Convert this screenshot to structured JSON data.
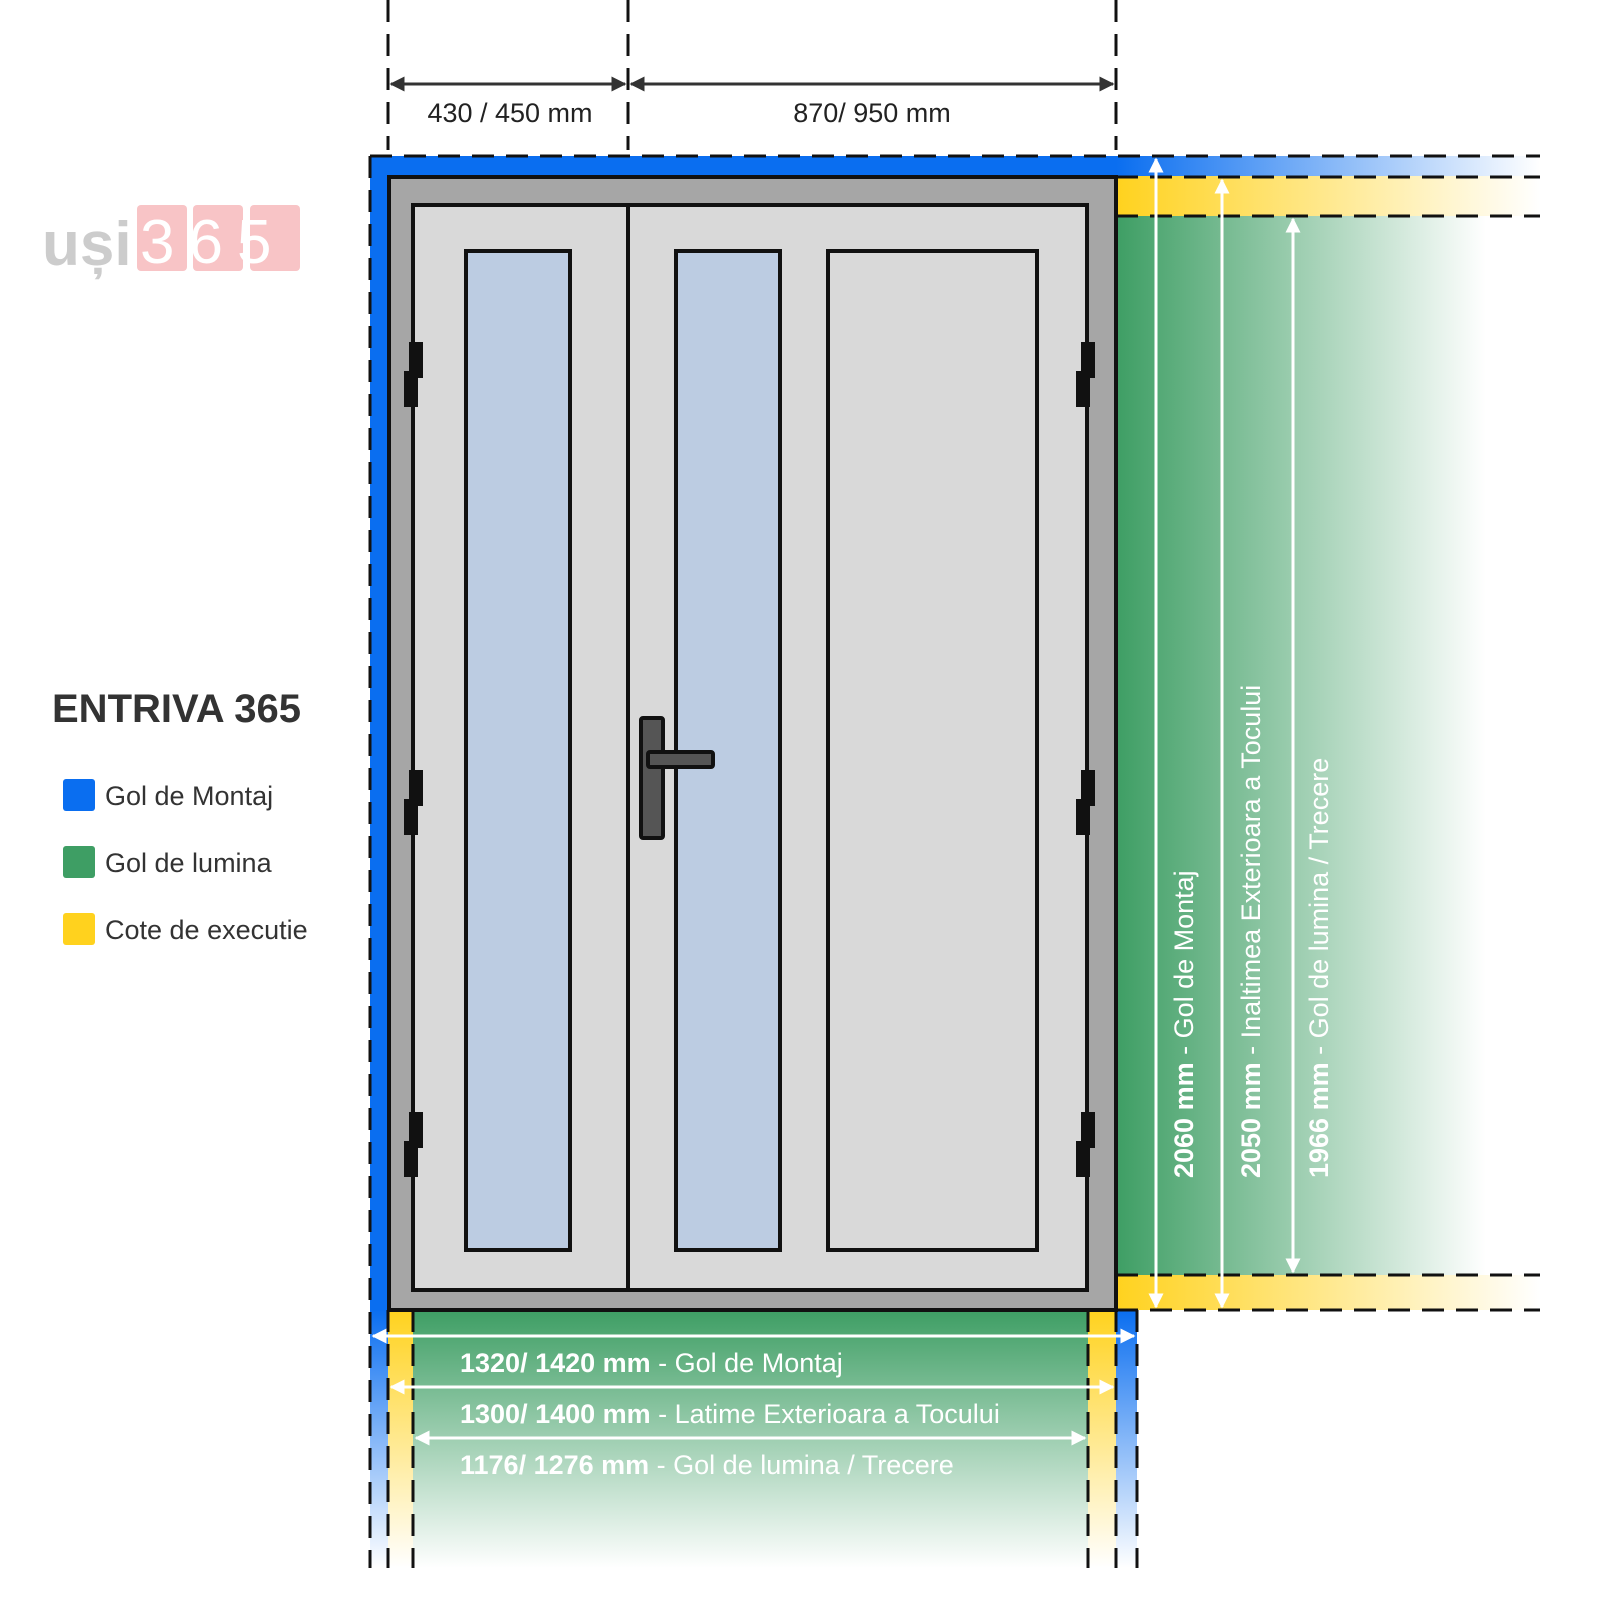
{
  "logo": {
    "text": "uși",
    "digits": "365"
  },
  "title": "ENTRIVA 365",
  "legend": [
    {
      "label": "Gol de Montaj",
      "color": "#0a6ef0"
    },
    {
      "label": "Gol de lumina",
      "color": "#3e9e64"
    },
    {
      "label": "Cote de executie",
      "color": "#ffd21e"
    }
  ],
  "top_dims": [
    "430 / 450 mm",
    "870/ 950 mm"
  ],
  "vertical_dims": [
    {
      "value": "2060  mm",
      "label": " - Gol de Montaj"
    },
    {
      "value": "2050  mm",
      "label": " - Inaltimea Exterioara a Tocului"
    },
    {
      "value": "1966  mm",
      "label": " - Gol de lumina / Trecere"
    }
  ],
  "horizontal_dims": [
    {
      "value": "1320/ 1420  mm",
      "label": " - Gol de Montaj"
    },
    {
      "value": "1300/ 1400 mm",
      "label": " - Latime Exterioara a Tocului"
    },
    {
      "value": "1176/ 1276  mm",
      "label": " - Gol de lumina / Trecere"
    }
  ]
}
